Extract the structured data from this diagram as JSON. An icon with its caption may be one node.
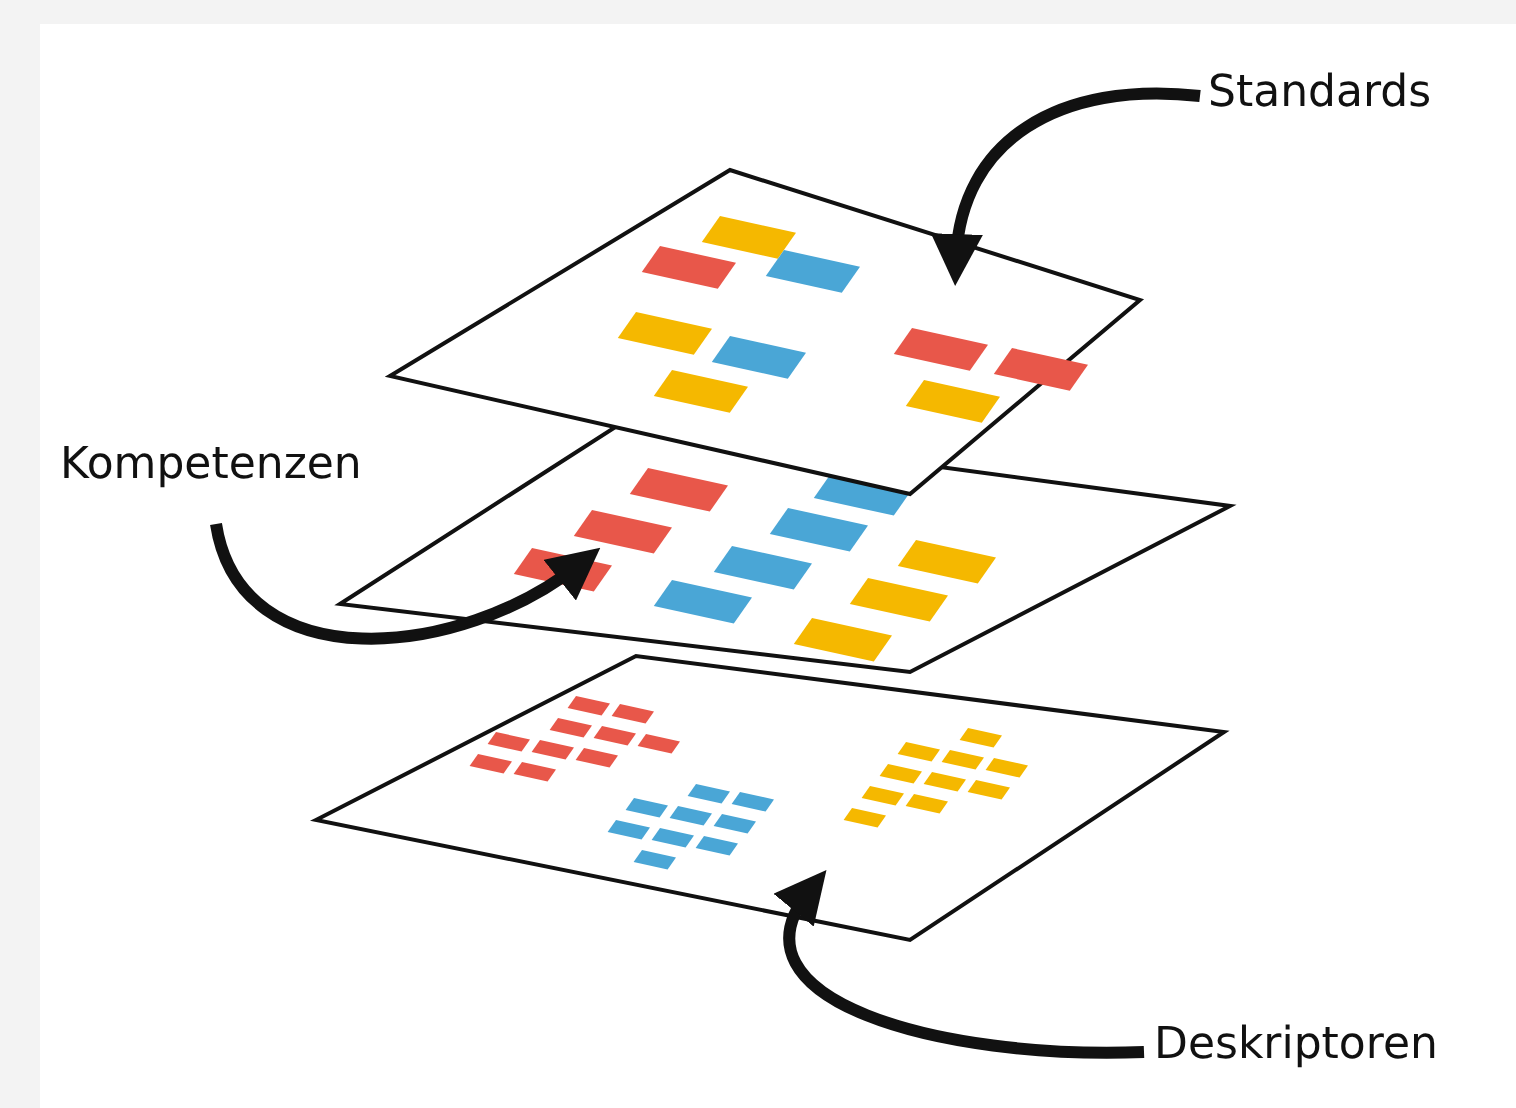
{
  "diagram": {
    "nodes": [
      {
        "text": [
          "Standards"
        ]
      },
      {
        "text": [],
        "shape": "parallelogram"
      },
      {
        "text": [
          "Kompetenzen"
        ]
      },
      {
        "text": [],
        "shape": "parallelogram"
      },
      {
        "text": [],
        "shape": "parallelogram"
      },
      {
        "text": [
          "Deskriptoren"
        ]
      }
    ],
    "edges": [
      {
        "from": 0,
        "to": 1,
        "arrow": "to"
      },
      {
        "from": 2,
        "to": 3,
        "arrow": "to"
      },
      {
        "from": 5,
        "to": 4,
        "arrow": "to"
      }
    ]
  }
}
